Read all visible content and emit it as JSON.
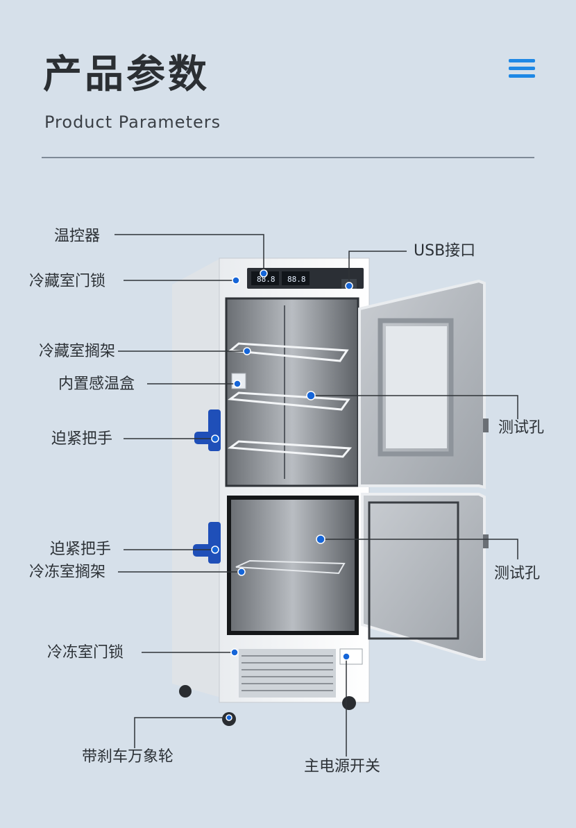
{
  "header": {
    "title": "产品参数",
    "subtitle": "Product Parameters"
  },
  "colors": {
    "accent": "#1e88e5",
    "background": "#d6e0ea",
    "handle": "#1f4fb8"
  },
  "labels": {
    "thermostat": "温控器",
    "fridge_door_lock": "冷藏室门锁",
    "fridge_shelf": "冷藏室搁架",
    "sensor_box": "内置感温盒",
    "clamp_handle_top": "迫紧把手",
    "clamp_handle_bottom": "迫紧把手",
    "freezer_shelf": "冷冻室搁架",
    "freezer_door_lock": "冷冻室门锁",
    "casters": "带刹车万象轮",
    "usb_port": "USB接口",
    "test_hole_top": "测试孔",
    "test_hole_bottom": "测试孔",
    "power_switch": "主电源开关"
  },
  "display": {
    "left_readout": "88.8",
    "right_readout": "88.8"
  }
}
